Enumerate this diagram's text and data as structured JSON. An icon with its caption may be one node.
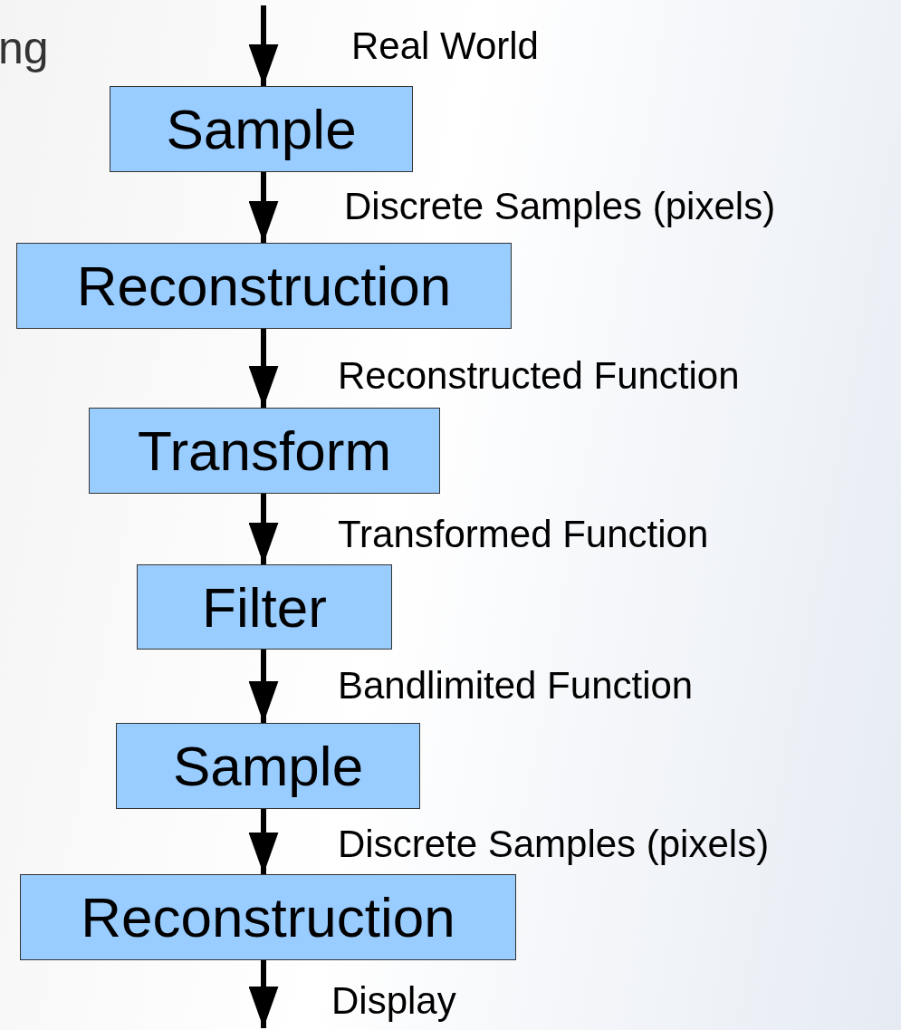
{
  "diagram": {
    "nodes": [
      {
        "text": [
          "Sample"
        ]
      },
      {
        "text": [
          "Reconstruction"
        ]
      },
      {
        "text": [
          "Transform"
        ]
      },
      {
        "text": [
          "Filter"
        ]
      },
      {
        "text": [
          "Sample"
        ]
      },
      {
        "text": [
          "Reconstruction"
        ]
      }
    ],
    "edges": [
      {
        "from": null,
        "to": 0,
        "arrow": "to",
        "label": "Real World"
      },
      {
        "from": 0,
        "to": 1,
        "arrow": "to",
        "label": "Discrete Samples (pixels)"
      },
      {
        "from": 1,
        "to": 2,
        "arrow": "to",
        "label": "Reconstructed Function"
      },
      {
        "from": 2,
        "to": 3,
        "arrow": "to",
        "label": "Transformed Function"
      },
      {
        "from": 3,
        "to": 4,
        "arrow": "to",
        "label": "Bandlimited Function"
      },
      {
        "from": 4,
        "to": 5,
        "arrow": "to",
        "label": "Discrete Samples (pixels)"
      },
      {
        "from": 5,
        "to": null,
        "arrow": "to",
        "label": "Display"
      }
    ],
    "labels": [
      "ng"
    ]
  }
}
